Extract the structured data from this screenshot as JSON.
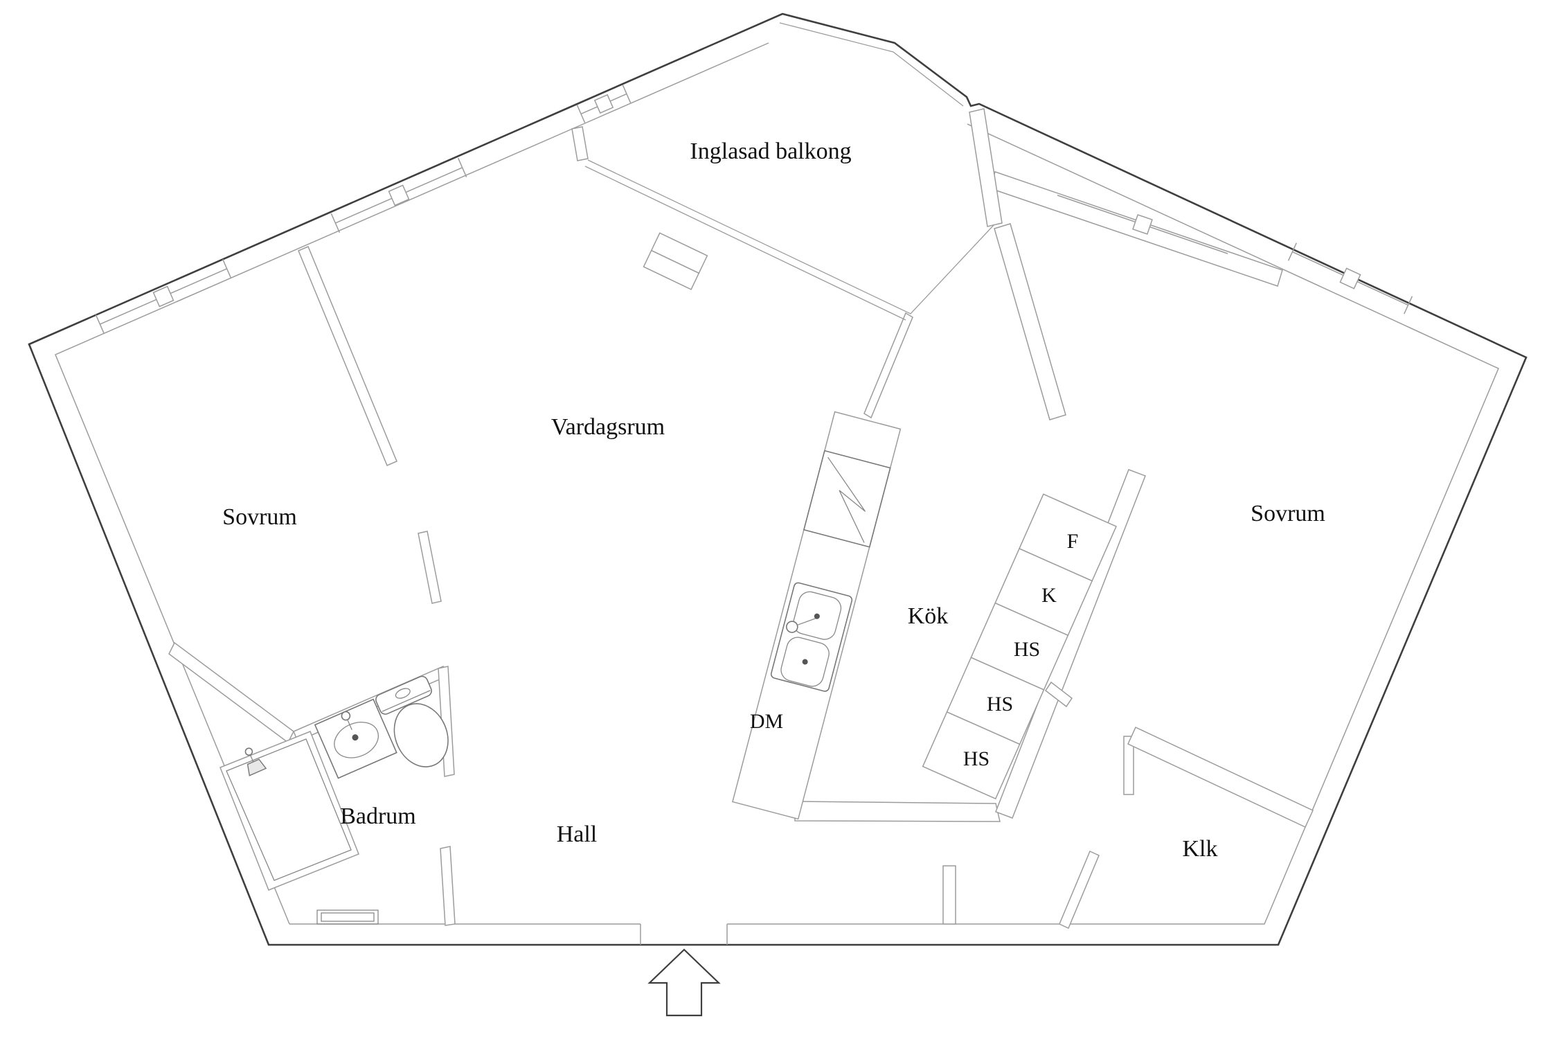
{
  "plan": {
    "rooms": {
      "balcony": "Inglasad balkong",
      "living": "Vardagsrum",
      "bedroom_left": "Sovrum",
      "bedroom_right": "Sovrum",
      "kitchen": "Kök",
      "bathroom": "Badrum",
      "hall": "Hall",
      "closet": "Klk"
    },
    "appliances": {
      "dishwasher": "DM",
      "freezer": "F",
      "fridge": "K",
      "tall_cabinet_1": "HS",
      "tall_cabinet_2": "HS",
      "tall_cabinet_3": "HS"
    },
    "icons": {
      "entrance": "entrance-arrow"
    },
    "colors": {
      "outer_wall": "#3f3f3f",
      "inner_wall": "#9c9c9c",
      "fixture": "#777777",
      "text": "#111111",
      "background": "#ffffff"
    }
  }
}
